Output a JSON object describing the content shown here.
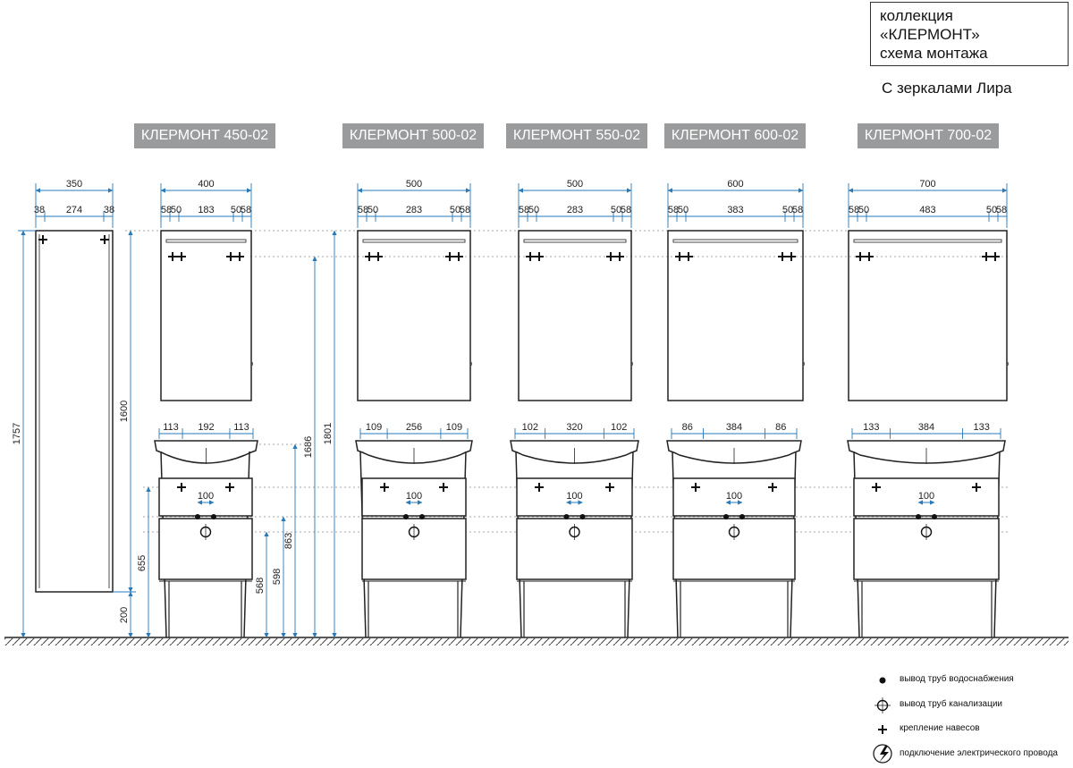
{
  "title_box": {
    "line1": "коллекция",
    "line2": "«КЛЕРМОНТ»",
    "line3": "схема монтажа"
  },
  "subtitle": "С зеркалами Лира",
  "tall_cabinet": {
    "widths": [
      "350",
      "38",
      "274",
      "38"
    ],
    "height": "1757",
    "height_mirror": "1600",
    "leg_height": "200",
    "height_655": "655"
  },
  "vertical_dims": [
    "1801",
    "1686",
    "863",
    "598",
    "568"
  ],
  "models": [
    {
      "label": "КЛЕРМОНТ 450-02",
      "mirror_width": "400",
      "mirror_parts": [
        "58",
        "50",
        "183",
        "50",
        "58"
      ],
      "basin_parts": [
        "113",
        "192",
        "113"
      ],
      "pipe": "100"
    },
    {
      "label": "КЛЕРМОНТ 500-02",
      "mirror_width": "500",
      "mirror_parts": [
        "58",
        "50",
        "283",
        "50",
        "58"
      ],
      "basin_parts": [
        "109",
        "256",
        "109"
      ],
      "pipe": "100"
    },
    {
      "label": "КЛЕРМОНТ 550-02",
      "mirror_width": "500",
      "mirror_parts": [
        "58",
        "50",
        "283",
        "50",
        "58"
      ],
      "basin_parts": [
        "102",
        "320",
        "102"
      ],
      "pipe": "100"
    },
    {
      "label": "КЛЕРМОНТ 600-02",
      "mirror_width": "600",
      "mirror_parts": [
        "58",
        "50",
        "383",
        "50",
        "58"
      ],
      "basin_parts": [
        "86",
        "384",
        "86"
      ],
      "pipe": "100"
    },
    {
      "label": "КЛЕРМОНТ 700-02",
      "mirror_width": "700",
      "mirror_parts": [
        "58",
        "50",
        "483",
        "50",
        "58"
      ],
      "basin_parts": [
        "133",
        "384",
        "133"
      ],
      "pipe": "100"
    }
  ],
  "legend": [
    {
      "icon": "water-supply-dot-icon",
      "text": "вывод труб водоснабжения"
    },
    {
      "icon": "sewer-outlet-icon",
      "text": "вывод труб канализации"
    },
    {
      "icon": "mount-cross-icon",
      "text": "крепление навесов"
    },
    {
      "icon": "electric-icon",
      "text": "подключение электрического провода"
    }
  ],
  "colors": {
    "dimension": "#2a7ab8",
    "outline": "#222222",
    "label_bg": "#9a9b9d",
    "guide": "#8a8a8a"
  }
}
